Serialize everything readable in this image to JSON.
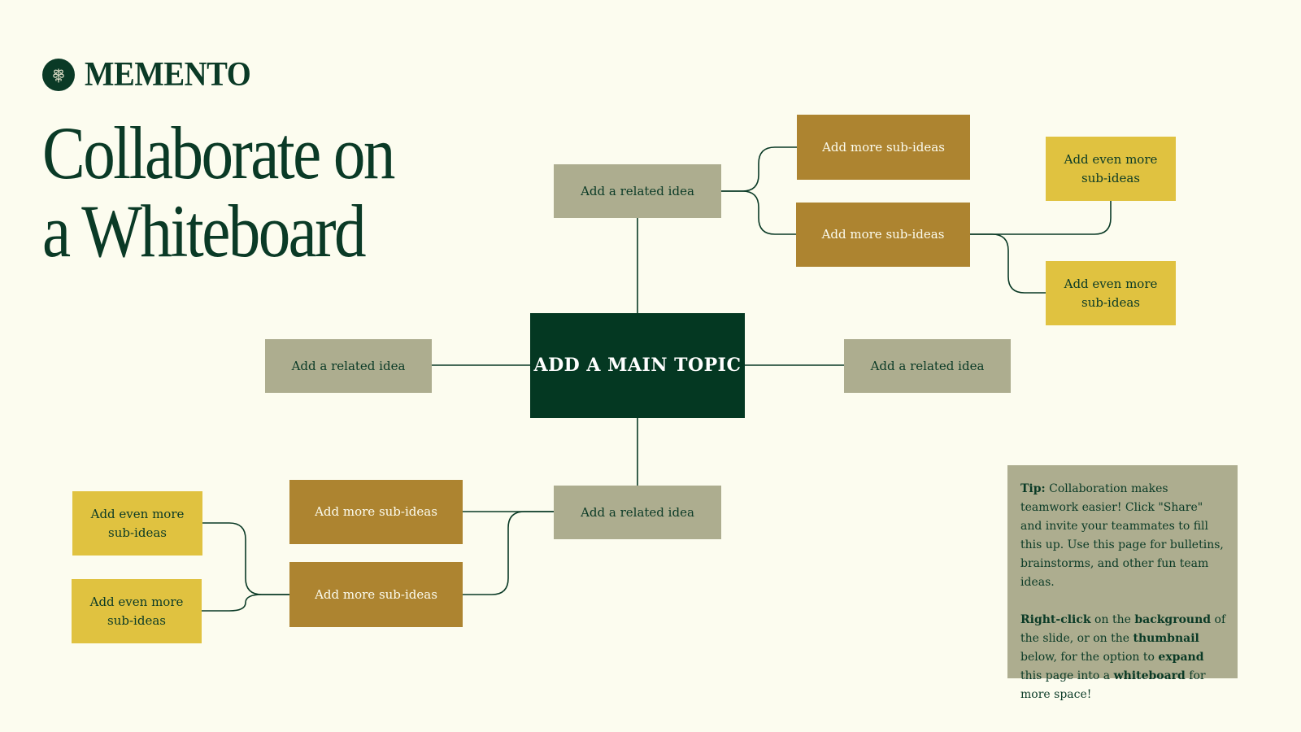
{
  "brand": {
    "name": "MEMENTO",
    "logo_icon": "leaf-emblem-icon"
  },
  "title": {
    "line1": "Collaborate on",
    "line2": "a Whiteboard"
  },
  "mindmap": {
    "main_topic": "ADD A MAIN TOPIC",
    "related_top": "Add a related idea",
    "related_left": "Add a related idea",
    "related_right": "Add a related idea",
    "related_bottom": "Add a related idea",
    "sub_top_1": "Add more sub-ideas",
    "sub_top_2": "Add more sub-ideas",
    "sub_bottom_1": "Add more sub-ideas",
    "sub_bottom_2": "Add more sub-ideas",
    "even_right_1": "Add even more sub-ideas",
    "even_right_2": "Add even more sub-ideas",
    "even_left_1": "Add even more sub-ideas",
    "even_left_2": "Add even more sub-ideas"
  },
  "tip": {
    "p1": [
      {
        "text": "Tip:",
        "bold": true
      },
      {
        "text": " Collaboration makes teamwork easier! Click \"Share\" and invite your teammates to fill this up. Use this page for bulletins, brainstorms, and other fun team ideas.",
        "bold": false
      }
    ],
    "p2": [
      {
        "text": "Right-click",
        "bold": true
      },
      {
        "text": " on the ",
        "bold": false
      },
      {
        "text": "background",
        "bold": true
      },
      {
        "text": " of the slide, or on the ",
        "bold": false
      },
      {
        "text": "thumbnail",
        "bold": true
      },
      {
        "text": " below, for the option to ",
        "bold": false
      },
      {
        "text": "expand",
        "bold": true
      },
      {
        "text": " this page into a ",
        "bold": false
      },
      {
        "text": "whiteboard",
        "bold": true
      },
      {
        "text": " for more space!",
        "bold": false
      }
    ]
  },
  "colors": {
    "background": "#fcfcef",
    "main": "#043822",
    "related": "#adad8f",
    "sub": "#ad8430",
    "even": "#e0c240",
    "line": "#0a3a26"
  }
}
